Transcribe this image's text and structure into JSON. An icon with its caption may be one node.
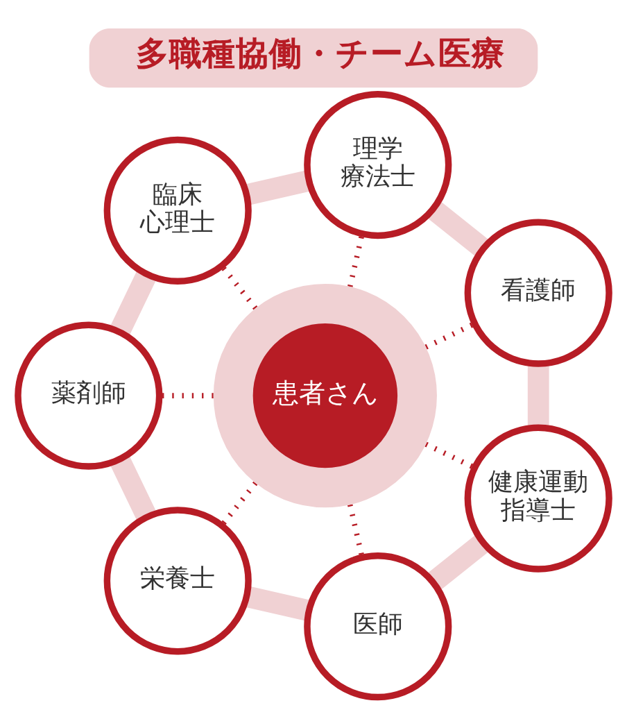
{
  "diagram": {
    "title": "多職種協働・チーム医療",
    "nodes": [
      {
        "text": [
          "臨床心理士"
        ]
      },
      {
        "text": [
          "理学療法士"
        ]
      },
      {
        "text": [
          "薬剤師"
        ]
      },
      {
        "text": [
          "患者さん"
        ]
      },
      {
        "text": [
          "看護師"
        ]
      },
      {
        "text": [
          "栄養士"
        ]
      },
      {
        "text": [
          "健康運動指導士"
        ]
      },
      {
        "text": [
          "医師"
        ]
      }
    ],
    "edges": [
      {
        "from": 3,
        "to": 0,
        "arrow": "none",
        "style": "dashed"
      },
      {
        "from": 3,
        "to": 1,
        "arrow": "none",
        "style": "dashed"
      },
      {
        "from": 3,
        "to": 4,
        "arrow": "none",
        "style": "dashed"
      },
      {
        "from": 3,
        "to": 6,
        "arrow": "none",
        "style": "dashed"
      },
      {
        "from": 3,
        "to": 7,
        "arrow": "none",
        "style": "dashed"
      },
      {
        "from": 3,
        "to": 5,
        "arrow": "none",
        "style": "dashed"
      },
      {
        "from": 3,
        "to": 2,
        "arrow": "none",
        "style": "dashed"
      },
      {
        "from": 0,
        "to": 1,
        "arrow": "none",
        "style": "thick",
        "color": "#f0d1d3"
      },
      {
        "from": 1,
        "to": 4,
        "arrow": "none",
        "style": "thick",
        "color": "#f0d1d3"
      },
      {
        "from": 4,
        "to": 6,
        "arrow": "none",
        "style": "thick",
        "color": "#f0d1d3"
      },
      {
        "from": 6,
        "to": 7,
        "arrow": "none",
        "style": "thick",
        "color": "#f0d1d3"
      },
      {
        "from": 7,
        "to": 5,
        "arrow": "none",
        "style": "thick",
        "color": "#f0d1d3"
      },
      {
        "from": 5,
        "to": 2,
        "arrow": "none",
        "style": "thick",
        "color": "#f0d1d3"
      },
      {
        "from": 2,
        "to": 0,
        "arrow": "none",
        "style": "thick",
        "color": "#f0d1d3"
      }
    ]
  }
}
